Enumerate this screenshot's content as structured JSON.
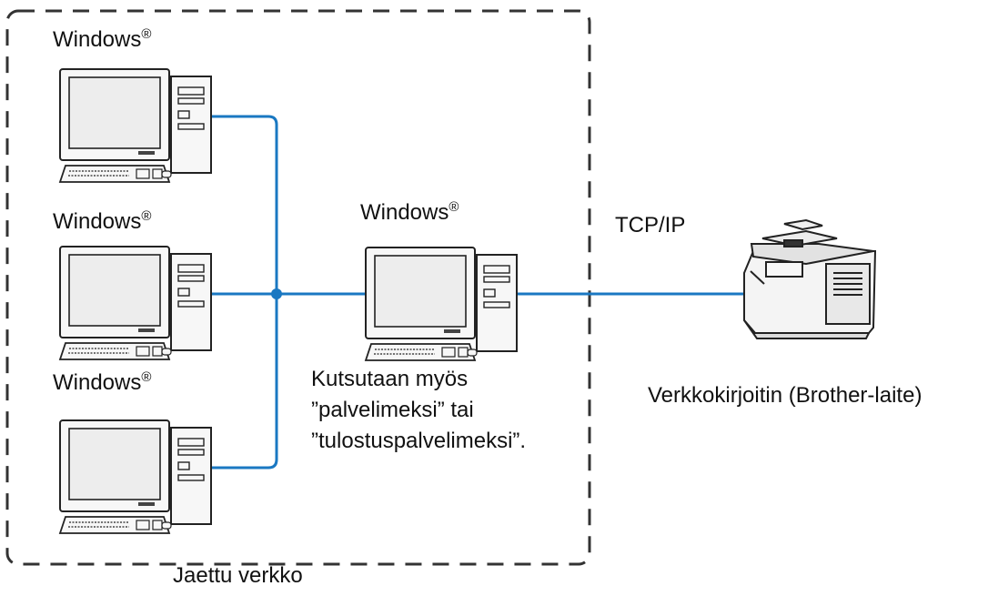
{
  "labels": {
    "os_name": "Windows",
    "registered_mark": "®",
    "protocol": "TCP/IP",
    "printer_caption": "Verkkokirjoitin (Brother-laite)",
    "network_caption": "Jaettu verkko",
    "server_note_line1": "Kutsutaan myös",
    "server_note_line2": "”palvelimeksi” tai",
    "server_note_line3": "”tulostuspalvelimeksi”."
  },
  "colors": {
    "network_line": "#1a78c2",
    "boundary_dash": "#333333",
    "screen": "#e9e9e9",
    "outline": "#222222"
  },
  "icons": {
    "client_computer": "desktop-computer-icon",
    "server_computer": "desktop-computer-icon",
    "printer": "multifunction-printer-icon"
  }
}
